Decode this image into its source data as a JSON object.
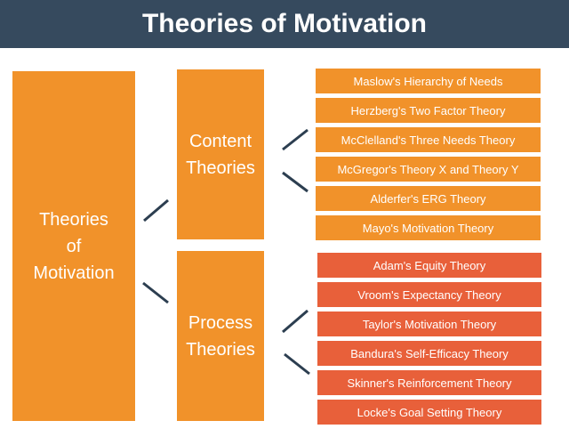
{
  "title": "Theories of Motivation",
  "root": "Theories of Motivation",
  "root_lines": [
    "Theories",
    "of",
    "Motivation"
  ],
  "content": {
    "label_lines": [
      "Content",
      "Theories"
    ],
    "items": [
      "Maslow's Hierarchy of Needs",
      "Herzberg's Two Factor Theory",
      "McClelland's Three Needs Theory",
      "McGregor's Theory X and Theory Y",
      "Alderfer's ERG Theory",
      "Mayo's Motivation Theory"
    ]
  },
  "process": {
    "label_lines": [
      "Process",
      "Theories"
    ],
    "items": [
      "Adam's Equity Theory",
      "Vroom's Expectancy Theory",
      "Taylor's Motivation Theory",
      "Bandura's Self-Efficacy Theory",
      "Skinner's Reinforcement Theory",
      "Locke's Goal Setting Theory"
    ]
  },
  "colors": {
    "header": "#364a5e",
    "content": "#f1922a",
    "process": "#e8603a",
    "connector": "#2c3e50"
  }
}
